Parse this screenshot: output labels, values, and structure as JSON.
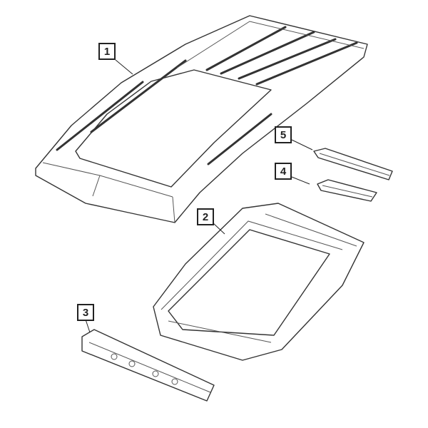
{
  "callouts": [
    {
      "id": "1",
      "part": "roof-panel"
    },
    {
      "id": "2",
      "part": "sunroof-frame"
    },
    {
      "id": "3",
      "part": "front-header"
    },
    {
      "id": "4",
      "part": "bow-bracket"
    },
    {
      "id": "5",
      "part": "rear-bow"
    }
  ]
}
